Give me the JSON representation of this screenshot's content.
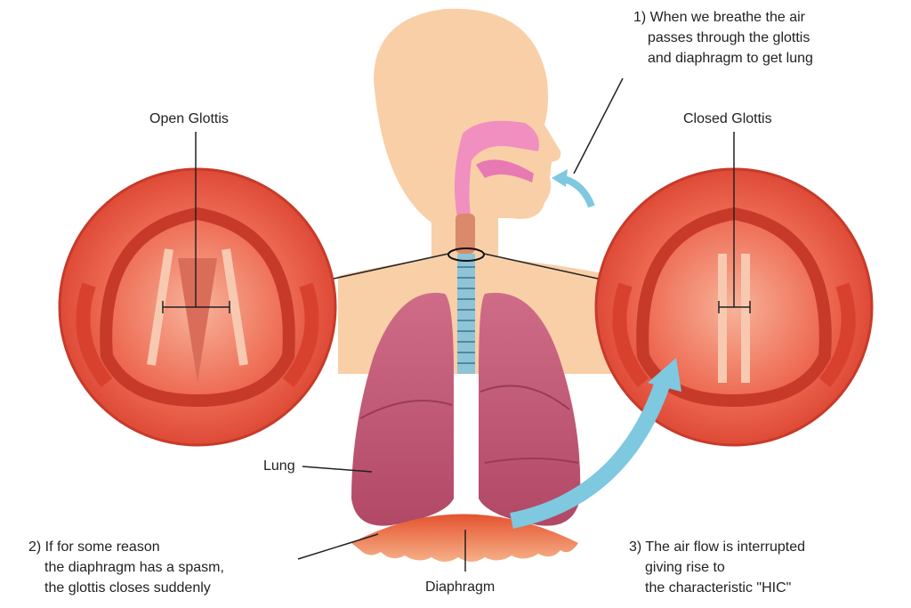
{
  "labels": {
    "open_glottis": "Open Glottis",
    "closed_glottis": "Closed Glottis",
    "lung": "Lung",
    "diaphragm": "Diaphragm"
  },
  "notes": {
    "step1": [
      "1) When we breathe the air",
      "passes through the glottis",
      "and diaphragm to get lung"
    ],
    "step2": [
      "2) If for some reason",
      "the diaphragm has a spasm,",
      "the glottis closes suddenly"
    ],
    "step3": [
      "3) The air flow is interrupted",
      "giving rise to",
      "the characteristic \"HIC\""
    ]
  },
  "colors": {
    "skin": "#f9c9a0",
    "glottis_red": "#e8503e",
    "lung": "#c45a78",
    "trachea": "#8fc3d6",
    "arrow": "#7ec8e0"
  }
}
